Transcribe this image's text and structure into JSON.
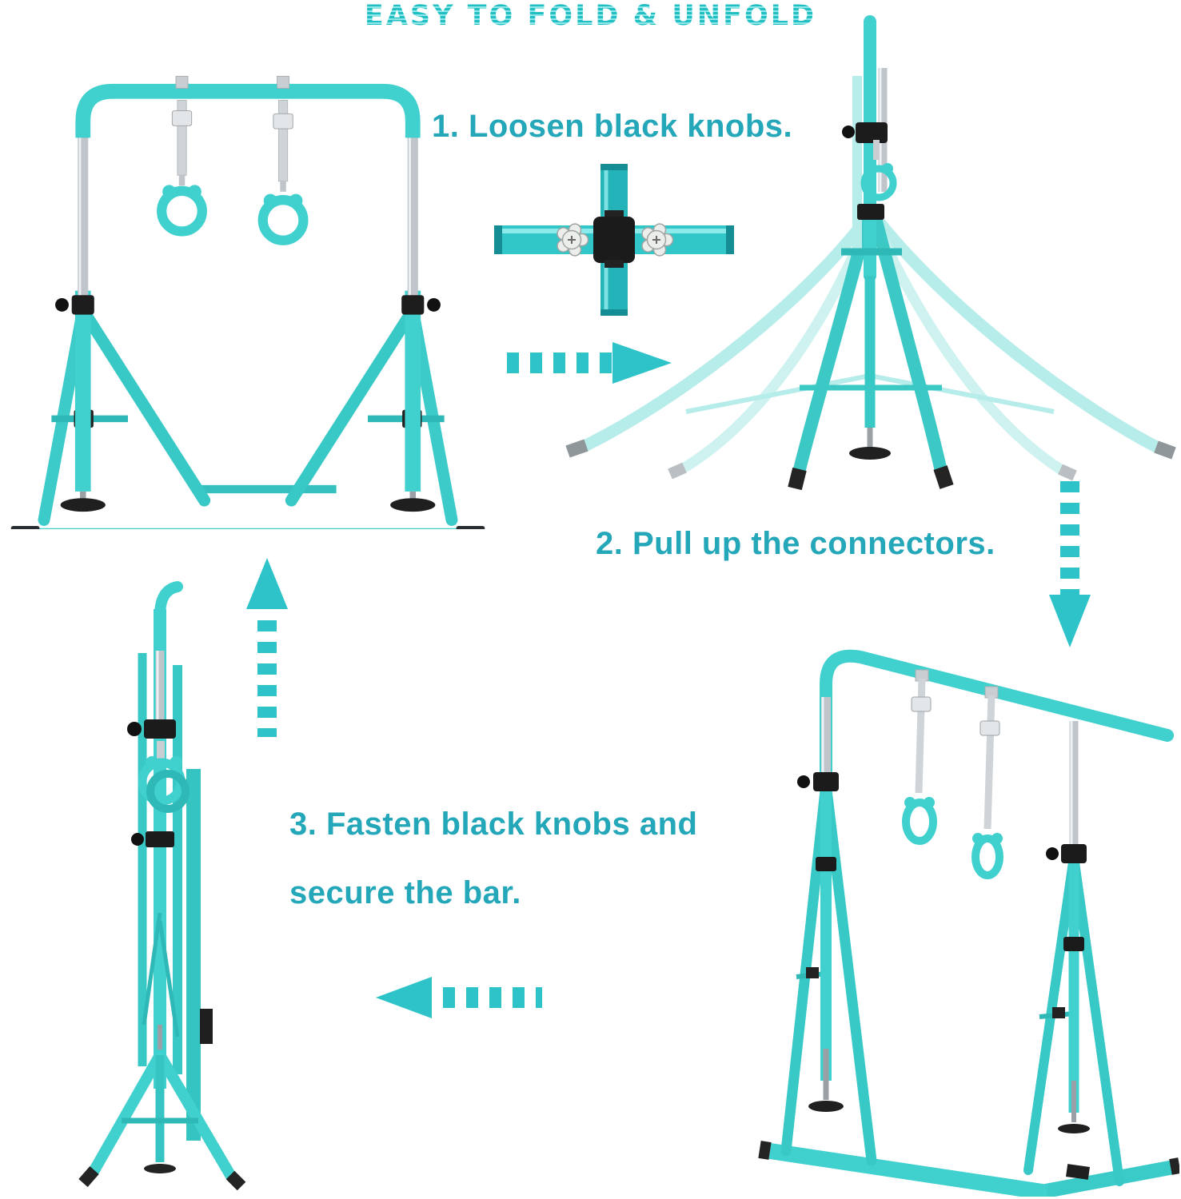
{
  "title": "EASY TO FOLD & UNFOLD",
  "steps": {
    "step1": "1. Loosen black knobs.",
    "step2": "2. Pull up the connectors.",
    "step3_line1": "3. Fasten black knobs and",
    "step3_line2": "secure the bar."
  },
  "colors": {
    "product_teal": "#40D0CD",
    "product_teal_dark": "#1FB0AE",
    "product_teal_faded": "#B6ECE9",
    "chrome_silver": "#BFC5CB",
    "hardware_black": "#1C1C1C",
    "text_teal": "#25A7BA",
    "arrow_teal": "#2DC3C8",
    "title_teal": "#26C3C7",
    "background": "#FFFFFF"
  },
  "icons": {
    "arrow_right": "dashed-arrow-right",
    "arrow_down": "dashed-arrow-down",
    "arrow_up": "dashed-arrow-up",
    "arrow_left": "dashed-arrow-left",
    "connector_detail": "pipe-clamp-with-star-knobs",
    "gym_rings": "bear-shaped-gymnastics-rings"
  }
}
